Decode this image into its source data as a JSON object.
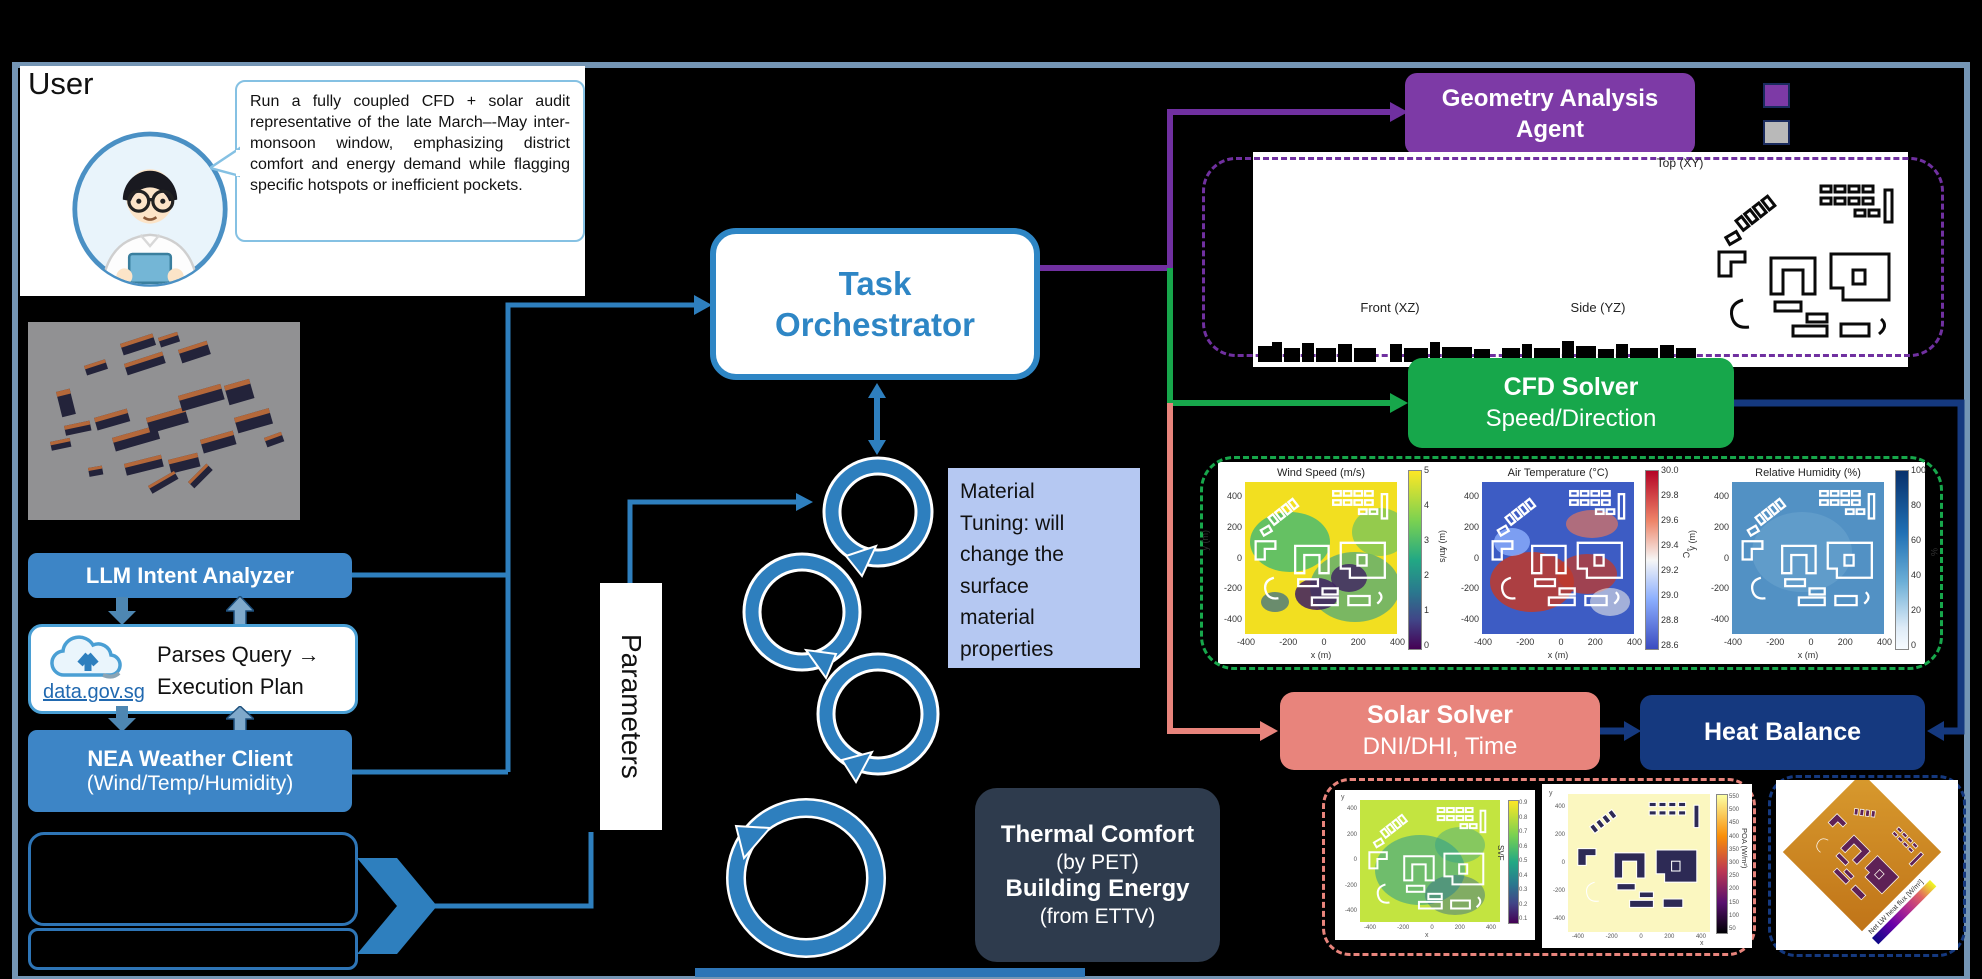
{
  "user_panel": {
    "title": "User",
    "speech": "Run a fully coupled CFD + solar audit representative of the late March–-May inter-monsoon window, emphasizing district comfort and energy demand while flagging specific hotspots or inefficient pockets."
  },
  "left_flow": {
    "llm_label": "LLM Intent Analyzer",
    "datagov_link": "data.gov.sg",
    "parse_line1": "Parses Query →",
    "parse_line2": "Execution Plan",
    "nea_line1": "NEA Weather Client",
    "nea_line2": "(Wind/Temp/Humidity)"
  },
  "center": {
    "orchestrator_line1": "Task",
    "orchestrator_line2": "Orchestrator",
    "parameters": "Parameters",
    "material_lines": [
      "Material",
      "Tuning:  will",
      "change  the",
      "surface",
      "material",
      "properties"
    ],
    "thermal_line1": "Thermal Comfort",
    "thermal_line2": "(by PET)",
    "thermal_line3": "Building Energy",
    "thermal_line4": "(from ETTV)"
  },
  "right_flow": {
    "geometry_label1": "Geometry Analysis",
    "geometry_label2": "Agent",
    "cfd_line1": "CFD Solver",
    "cfd_line2": "Speed/Direction",
    "solar_line1": "Solar Solver",
    "solar_line2": "DNI/DHI, Time",
    "heat_label": "Heat Balance"
  },
  "plots": {
    "geometry": {
      "top": "Top (XY)",
      "front": "Front (XZ)",
      "side": "Side (YZ)"
    },
    "wind": {
      "type": "heatmap",
      "title": "Wind Speed (m/s)",
      "xlabel": "x (m)",
      "ylabel": "y (m)",
      "xticks": [
        "-400",
        "-200",
        "0",
        "200",
        "400"
      ],
      "yticks": [
        "400",
        "200",
        "0",
        "-200",
        "-400"
      ],
      "cbar_label": "m/s",
      "cbar_ticks": [
        "5",
        "4",
        "3",
        "2",
        "1",
        "0"
      ],
      "value_range": [
        0,
        5
      ]
    },
    "temp": {
      "type": "heatmap",
      "title": "Air Temperature (°C)",
      "xlabel": "x (m)",
      "ylabel": "y (m)",
      "xticks": [
        "-400",
        "-200",
        "0",
        "200",
        "400"
      ],
      "yticks": [
        "400",
        "200",
        "0",
        "-200",
        "-400"
      ],
      "cbar_label": "°C",
      "cbar_ticks": [
        "30.0",
        "29.8",
        "29.6",
        "29.4",
        "29.2",
        "29.0",
        "28.8",
        "28.6"
      ],
      "value_range": [
        28.6,
        30.0
      ]
    },
    "humidity": {
      "type": "heatmap",
      "title": "Relative Humidity (%)",
      "xlabel": "x (m)",
      "ylabel": "y (m)",
      "xticks": [
        "-400",
        "-200",
        "0",
        "200",
        "400"
      ],
      "yticks": [
        "400",
        "200",
        "0",
        "-200",
        "-400"
      ],
      "cbar_label": "%",
      "cbar_ticks": [
        "100",
        "80",
        "60",
        "40",
        "20",
        "0"
      ],
      "value_range": [
        0,
        100
      ]
    },
    "svf": {
      "type": "heatmap",
      "title": "",
      "xlabel": "x",
      "ylabel": "y",
      "xticks": [
        "-400",
        "-200",
        "0",
        "200",
        "400"
      ],
      "yticks": [
        "400",
        "200",
        "0",
        "-200",
        "-400"
      ],
      "cbar_label": "SVF",
      "cbar_ticks": [
        "0.9",
        "0.8",
        "0.7",
        "0.6",
        "0.5",
        "0.4",
        "0.3",
        "0.2",
        "0.1"
      ]
    },
    "poa": {
      "type": "heatmap",
      "title": "",
      "xlabel": "x",
      "ylabel": "y",
      "xticks": [
        "-400",
        "-200",
        "0",
        "200",
        "400"
      ],
      "yticks": [
        "400",
        "200",
        "0",
        "-200",
        "-400"
      ],
      "cbar_label": "POA (W/m²)",
      "cbar_ticks": [
        "550",
        "500",
        "450",
        "400",
        "350",
        "300",
        "250",
        "200",
        "150",
        "100",
        "50"
      ]
    },
    "lw": {
      "type": "surface",
      "cbar_label": "Net LW heat flux [W/m²]"
    }
  },
  "colors": {
    "frame": "#7495b4",
    "connector_blue": "#2e7fbe",
    "box_blue": "#3d85c6",
    "purple": "#7d3aa6",
    "green": "#17a74b",
    "salmon": "#e8847c",
    "navy": "#15397f",
    "slate": "#2e3b4d",
    "material_bg": "#b5c8f2"
  }
}
